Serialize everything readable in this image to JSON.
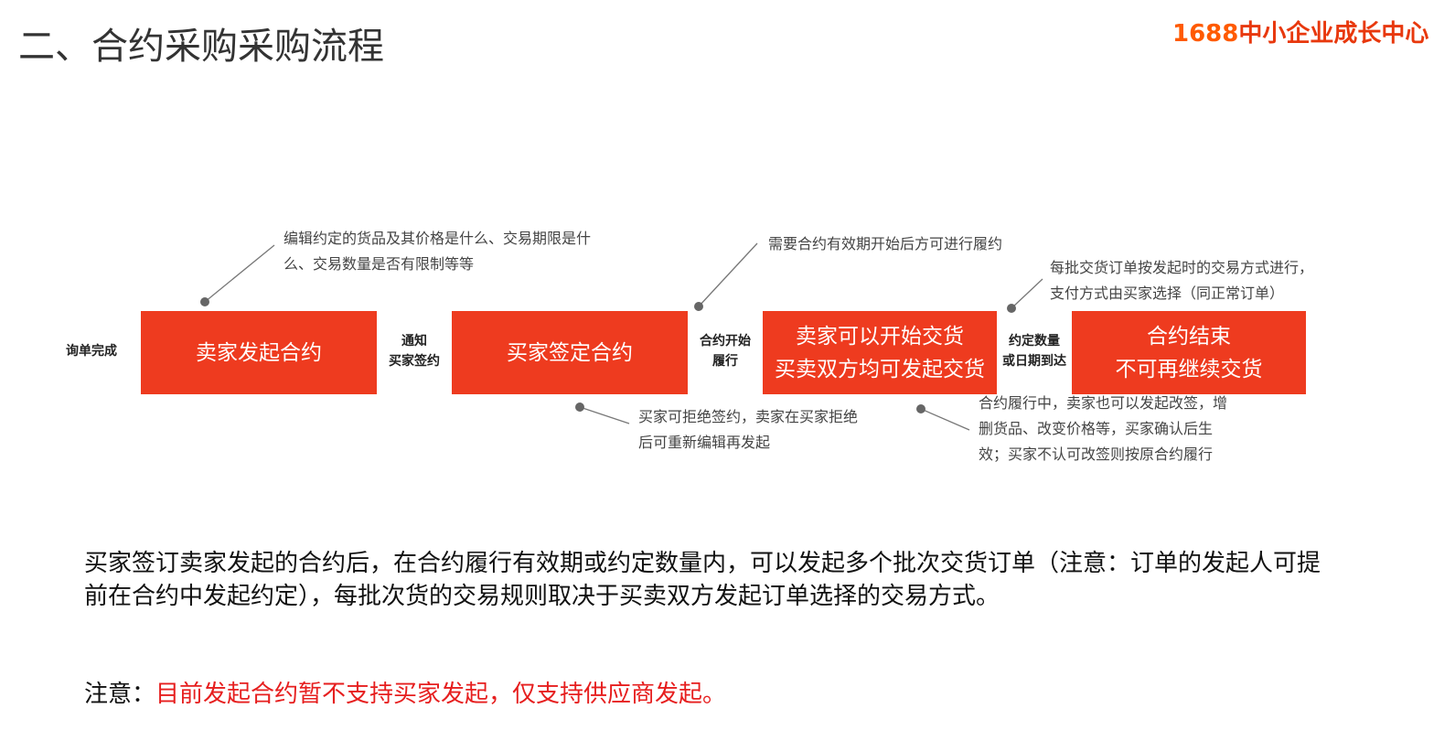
{
  "title": "二、合约采购采购流程",
  "logo": {
    "number": "1688",
    "text": "中小企业成长中心"
  },
  "flow": {
    "start_label": "询单完成",
    "steps": [
      {
        "lines": [
          "卖家发起合约"
        ]
      },
      {
        "lines": [
          "买家签定合约"
        ]
      },
      {
        "lines": [
          "卖家可以开始交货",
          "买卖双方均可发起交货"
        ]
      },
      {
        "lines": [
          "合约结束",
          "不可再继续交货"
        ]
      }
    ],
    "transitions": [
      {
        "lines": [
          "通知",
          "买家签约"
        ]
      },
      {
        "lines": [
          "合约开始",
          "履行"
        ]
      },
      {
        "lines": [
          "约定数量",
          "或日期到达"
        ]
      }
    ]
  },
  "annotations": {
    "top": [
      {
        "lines": [
          "编辑约定的货品及其价格是什么、交易期限是什",
          "么、交易数量是否有限制等等"
        ]
      },
      {
        "lines": [
          "需要合约有效期开始后方可进行履约"
        ]
      },
      {
        "lines": [
          "每批交货订单按发起时的交易方式进行，",
          "支付方式由买家选择（同正常订单）"
        ]
      }
    ],
    "bottom": [
      {
        "lines": [
          "买家可拒绝签约，卖家在买家拒绝",
          "后可重新编辑再发起"
        ]
      },
      {
        "lines": [
          "合约履行中，卖家也可以发起改签，增",
          "删货品、改变价格等，买家确认后生",
          "效；买家不认可改签则按原合约履行"
        ]
      }
    ]
  },
  "paragraph": "买家签订卖家发起的合约后，在合约履行有效期或约定数量内，可以发起多个批次交货订单（注意：订单的发起人可提前在合约中发起约定），每批次货的交易规则取决于买卖双方发起订单选择的交易方式。",
  "notice": {
    "label": "注意：",
    "text": "目前发起合约暂不支持买家发起，仅支持供应商发起。"
  },
  "colors": {
    "box": "#ee3b1f",
    "logo_number": "#ff5a00",
    "logo_text": "#e8380d",
    "notice_red": "#e61e1e"
  }
}
